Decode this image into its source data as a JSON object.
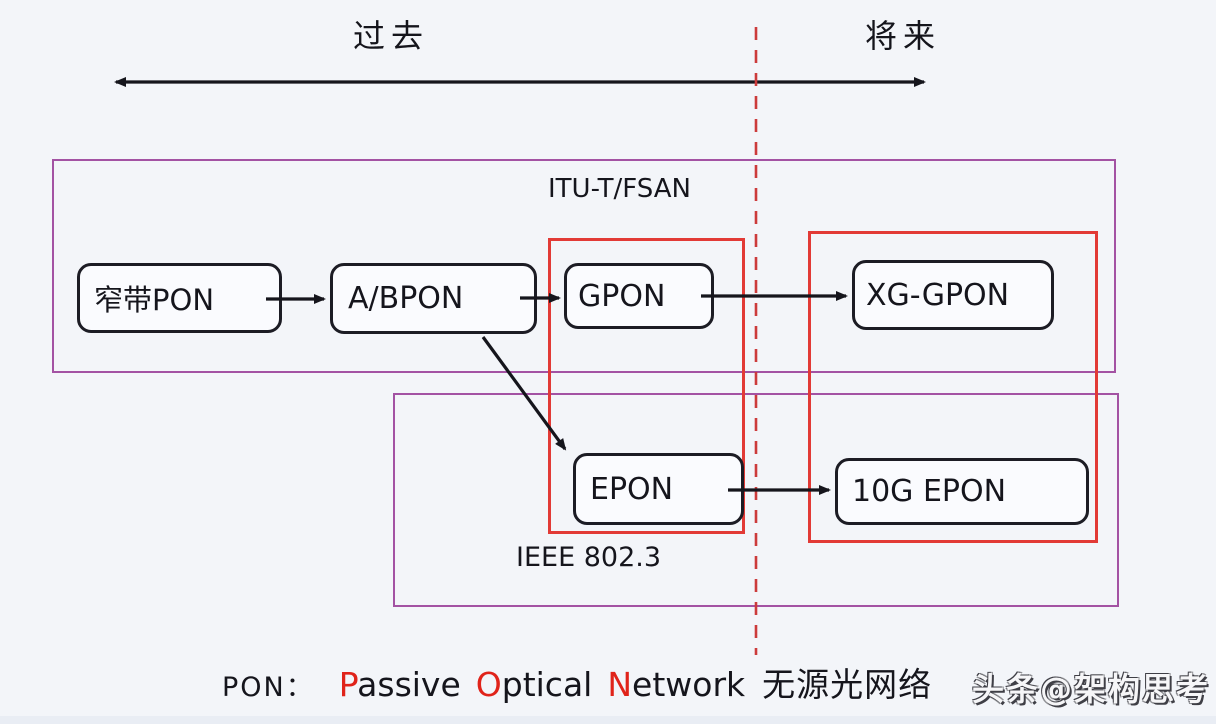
{
  "timeline": {
    "past_label": "过去",
    "future_label": "将来"
  },
  "groups": {
    "itu": {
      "label": "ITU-T/FSAN"
    },
    "ieee": {
      "label": "IEEE 802.3"
    }
  },
  "nodes": {
    "narrowband_pon": {
      "label": "窄带PON"
    },
    "abpon": {
      "label": "A/BPON"
    },
    "gpon": {
      "label": "GPON"
    },
    "xg_gpon": {
      "label": "XG-GPON"
    },
    "epon": {
      "label": "EPON"
    },
    "ten_g_epon": {
      "label": "10G EPON"
    }
  },
  "edges": [
    {
      "from": "窄带PON",
      "to": "A/BPON"
    },
    {
      "from": "A/BPON",
      "to": "GPON"
    },
    {
      "from": "GPON",
      "to": "XG-GPON"
    },
    {
      "from": "A/BPON",
      "to": "EPON"
    },
    {
      "from": "EPON",
      "to": "10G EPON"
    }
  ],
  "footnote": {
    "term": "PON：",
    "w1_initial": "P",
    "w1_rest": "assive",
    "w2_initial": "O",
    "w2_rest": "ptical",
    "w3_initial": "N",
    "w3_rest": "etwork",
    "chinese": "无源光网络"
  },
  "watermark": {
    "text": "头条@架构思考"
  },
  "colors": {
    "background": "#f3f5f9",
    "ink": "#15151c",
    "node_border": "#1c1c24",
    "node_fill": "#fafbfe",
    "purple": "#a352a3",
    "red_box": "#e23a36",
    "dashed_red": "#cc3b3b",
    "accent_red": "#e0231a"
  }
}
